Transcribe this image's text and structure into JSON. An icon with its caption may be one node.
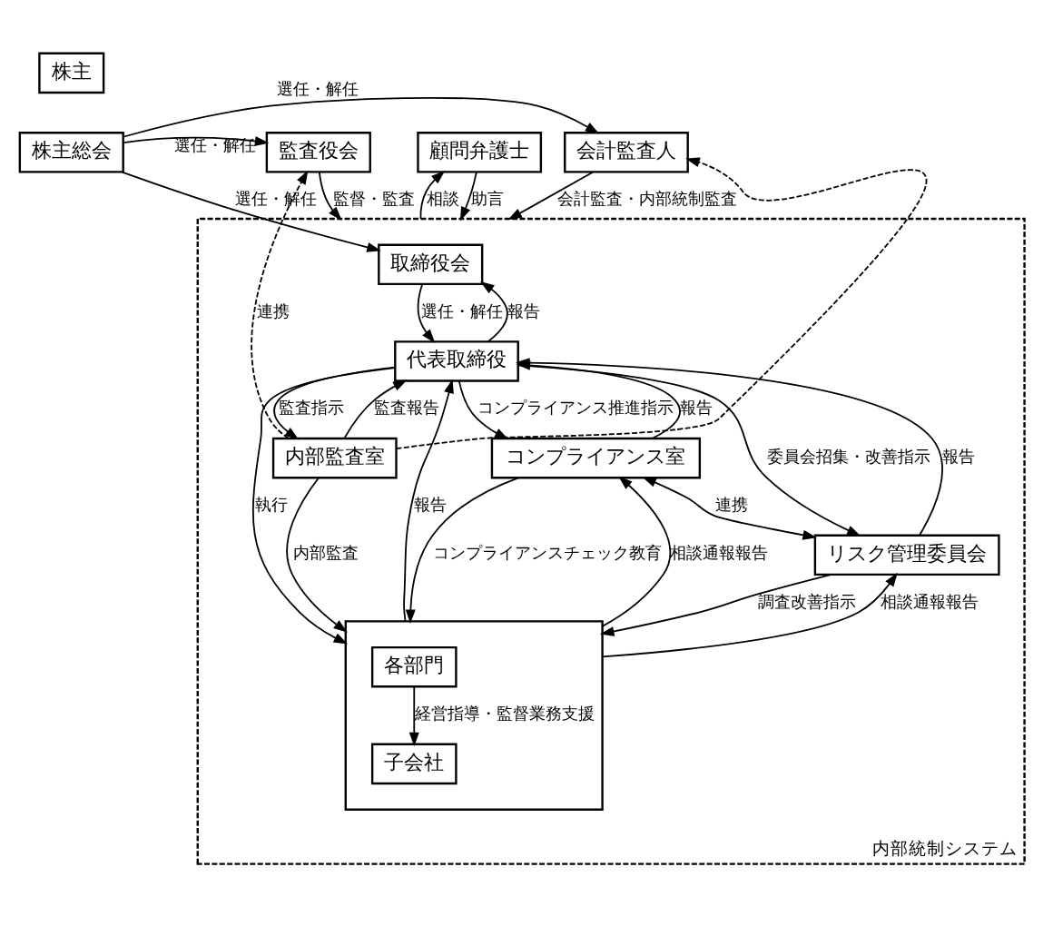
{
  "diagram": {
    "nodes": [
      {
        "text": [
          "株主"
        ]
      },
      {
        "text": [
          "株主総会"
        ]
      },
      {
        "text": [
          "内部統制システム"
        ]
      },
      {
        "text": [
          "顧問弁護士"
        ]
      },
      {
        "text": [
          "取締役会"
        ],
        "in": 2
      },
      {
        "text": [
          "会計監査人"
        ]
      },
      {
        "text": [
          "監査役会"
        ]
      },
      {
        "text": [
          "代表取締役"
        ],
        "in": 2
      },
      {
        "text": [
          "コンプライアンス室"
        ],
        "in": 2
      },
      {
        "text": [
          "リスク管理委員会"
        ],
        "in": 2
      },
      {
        "text": [
          "内部監査室"
        ],
        "in": 2
      },
      {
        "text": [],
        "shape": "box",
        "in": 2
      },
      {
        "text": [
          "各部門"
        ],
        "in": 11
      },
      {
        "text": [
          "子会社"
        ],
        "in": 11
      }
    ],
    "edges": [
      {
        "from": 1,
        "to": 4,
        "arrow": "to",
        "label": "選任・解任"
      },
      {
        "from": 1,
        "to": 6,
        "arrow": "to",
        "label": "選任・解任"
      },
      {
        "from": 1,
        "to": 5,
        "arrow": "to",
        "label": "選任・解任"
      },
      {
        "from": 3,
        "to": 2,
        "arrow": "to",
        "label": "助言"
      },
      {
        "from": 2,
        "to": 3,
        "arrow": "to",
        "label": "相談"
      },
      {
        "from": 5,
        "to": 2,
        "arrow": "to",
        "label": "会計監査・内部統制監査"
      },
      {
        "from": 6,
        "to": 2,
        "arrow": "to",
        "label": "監督・監査"
      },
      {
        "from": 10,
        "to": 5,
        "arrow": "to",
        "style": "dashed"
      },
      {
        "from": 10,
        "to": 6,
        "arrow": "to",
        "style": "dashed",
        "label": "連携"
      },
      {
        "from": 4,
        "to": 7,
        "arrow": "to",
        "label": "選任・解任"
      },
      {
        "from": 7,
        "to": 4,
        "arrow": "to",
        "label": "報告"
      },
      {
        "from": 7,
        "to": 8,
        "arrow": "to",
        "label": "コンプライアンス推進指示"
      },
      {
        "from": 8,
        "to": 7,
        "arrow": "to",
        "label": "報告"
      },
      {
        "from": 7,
        "to": 9,
        "arrow": "to",
        "label": "委員会招集・改善指示"
      },
      {
        "from": 9,
        "to": 7,
        "arrow": "to",
        "label": "報告"
      },
      {
        "from": 7,
        "to": 10,
        "arrow": "to",
        "label": "監査指示"
      },
      {
        "from": 10,
        "to": 7,
        "arrow": "to",
        "label": "監査報告"
      },
      {
        "from": 8,
        "to": 9,
        "arrow": "both",
        "label": "連携"
      },
      {
        "from": 7,
        "to": 11,
        "arrow": "to",
        "label": "執行"
      },
      {
        "from": 11,
        "to": 7,
        "arrow": "to",
        "label": "報告"
      },
      {
        "from": 8,
        "to": 11,
        "arrow": "to",
        "label": "コンプライアンスチェック教育"
      },
      {
        "from": 11,
        "to": 8,
        "arrow": "to",
        "label": "相談通報報告"
      },
      {
        "from": 9,
        "to": 11,
        "arrow": "to",
        "label": "調査改善指示"
      },
      {
        "from": 11,
        "to": 9,
        "arrow": "to",
        "label": "相談通報報告"
      },
      {
        "from": 10,
        "to": 11,
        "arrow": "to",
        "label": "内部監査"
      },
      {
        "from": 12,
        "to": 13,
        "arrow": "to",
        "label": "経営指導・監督業務支援"
      }
    ]
  }
}
